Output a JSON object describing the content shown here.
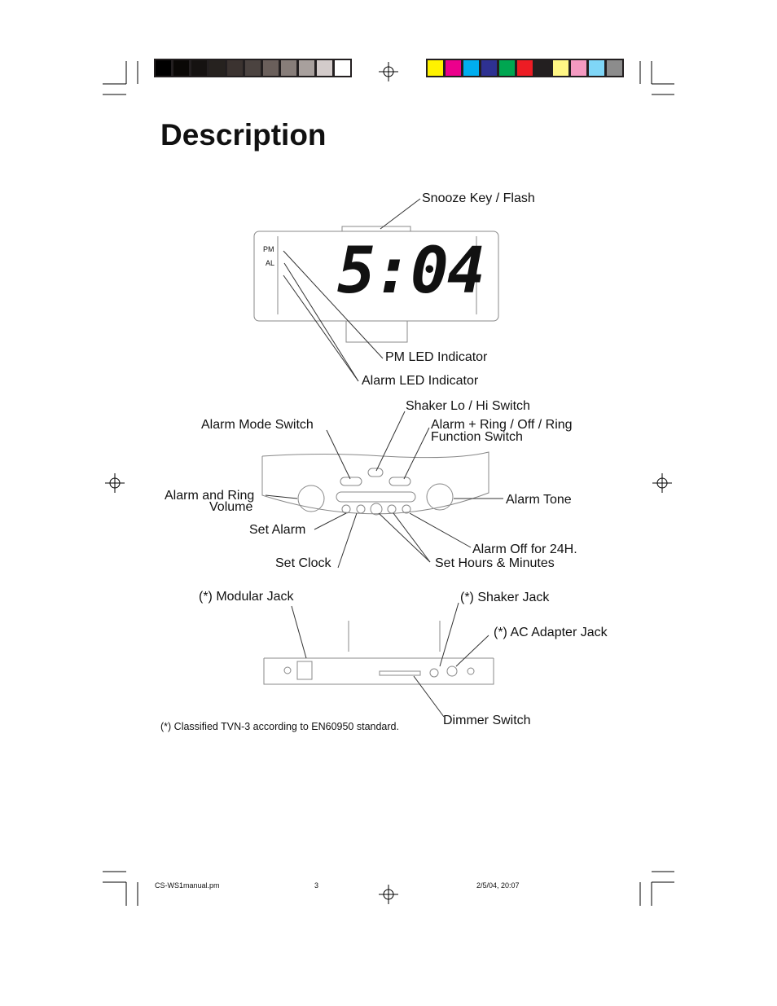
{
  "title": "Description",
  "clock": {
    "time": "5:04",
    "pm_label": "PM",
    "al_label": "AL"
  },
  "labels": {
    "snooze": "Snooze Key / Flash",
    "pm_led": "PM LED Indicator",
    "alarm_led": "Alarm LED Indicator",
    "shaker_switch": "Shaker Lo / Hi Switch",
    "alarm_mode": "Alarm Mode Switch",
    "function_switch_1": "Alarm + Ring / Off / Ring",
    "function_switch_2": "Function Switch",
    "volume_1": "Alarm and Ring",
    "volume_2": "Volume",
    "alarm_tone": "Alarm Tone",
    "set_alarm": "Set Alarm",
    "alarm_off": "Alarm Off for 24H.",
    "set_hours": "Set Hours & Minutes",
    "set_clock": "Set Clock",
    "modular_jack": "(*) Modular Jack",
    "shaker_jack": "(*) Shaker Jack",
    "ac_jack": "(*) AC Adapter Jack",
    "dimmer": "Dimmer Switch",
    "footnote": "(*) Classified TVN-3 according to EN60950 standard."
  },
  "footer": {
    "file": "CS-WS1manual.pm",
    "page": "3",
    "date": "2/5/04, 20:07"
  },
  "colors": {
    "gray_bar": [
      "#000000",
      "#0a0806",
      "#151211",
      "#26221f",
      "#3b3330",
      "#4b4340",
      "#6a5f5b",
      "#877d79",
      "#a8a09d",
      "#d3cbca",
      "#ffffff"
    ],
    "color_bar": [
      "#fff200",
      "#ec008c",
      "#00aeef",
      "#2e3192",
      "#00a651",
      "#ed1c24",
      "#231f20",
      "#fff685",
      "#f49ac1",
      "#7fd6f7",
      "#8c8c8c"
    ]
  }
}
